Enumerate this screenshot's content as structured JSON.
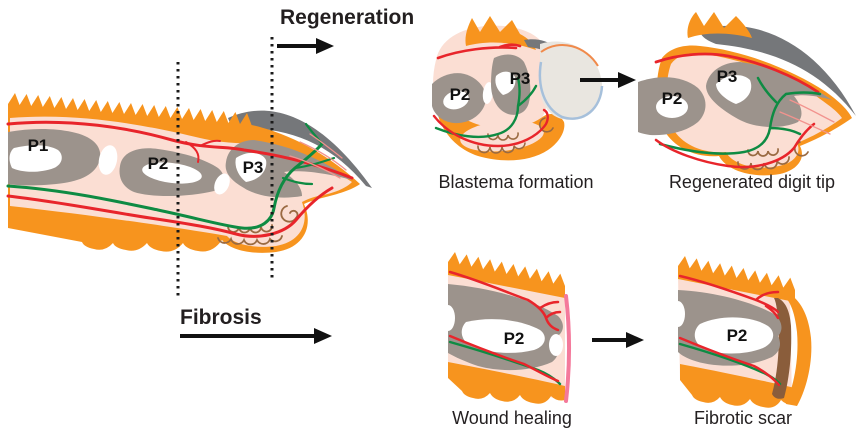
{
  "figure": {
    "pathway_regeneration": {
      "label": "Regeneration"
    },
    "pathway_fibrosis": {
      "label": "Fibrosis"
    },
    "main_digit": {
      "p1": "P1",
      "p2": "P2",
      "p3": "P3"
    },
    "panels": {
      "blastema": {
        "caption": "Blastema formation",
        "p2": "P2",
        "p3": "P3"
      },
      "regenerated": {
        "caption": "Regenerated digit tip",
        "p2": "P2",
        "p3": "P3"
      },
      "wound": {
        "caption": "Wound healing",
        "p2": "P2"
      },
      "fibrotic": {
        "caption": "Fibrotic scar",
        "p2": "P2"
      }
    },
    "colors": {
      "skin_orange": "#F7941E",
      "tissue_pink": "#FBDED3",
      "bone_gray": "#9C938C",
      "nail_gray": "#75777A",
      "vessel_red": "#E8252B",
      "nerve_green": "#0E8B43",
      "capillary_pink": "#F2938E",
      "blastema_fill": "#E9E6E0",
      "blastema_outline_blue": "#A6C0DB",
      "wound_epidermis_rose": "#F4799B",
      "scar_brown": "#8A5D3B",
      "fat_pad_brown": "#9A6A42",
      "text_black": "#231F20"
    }
  }
}
